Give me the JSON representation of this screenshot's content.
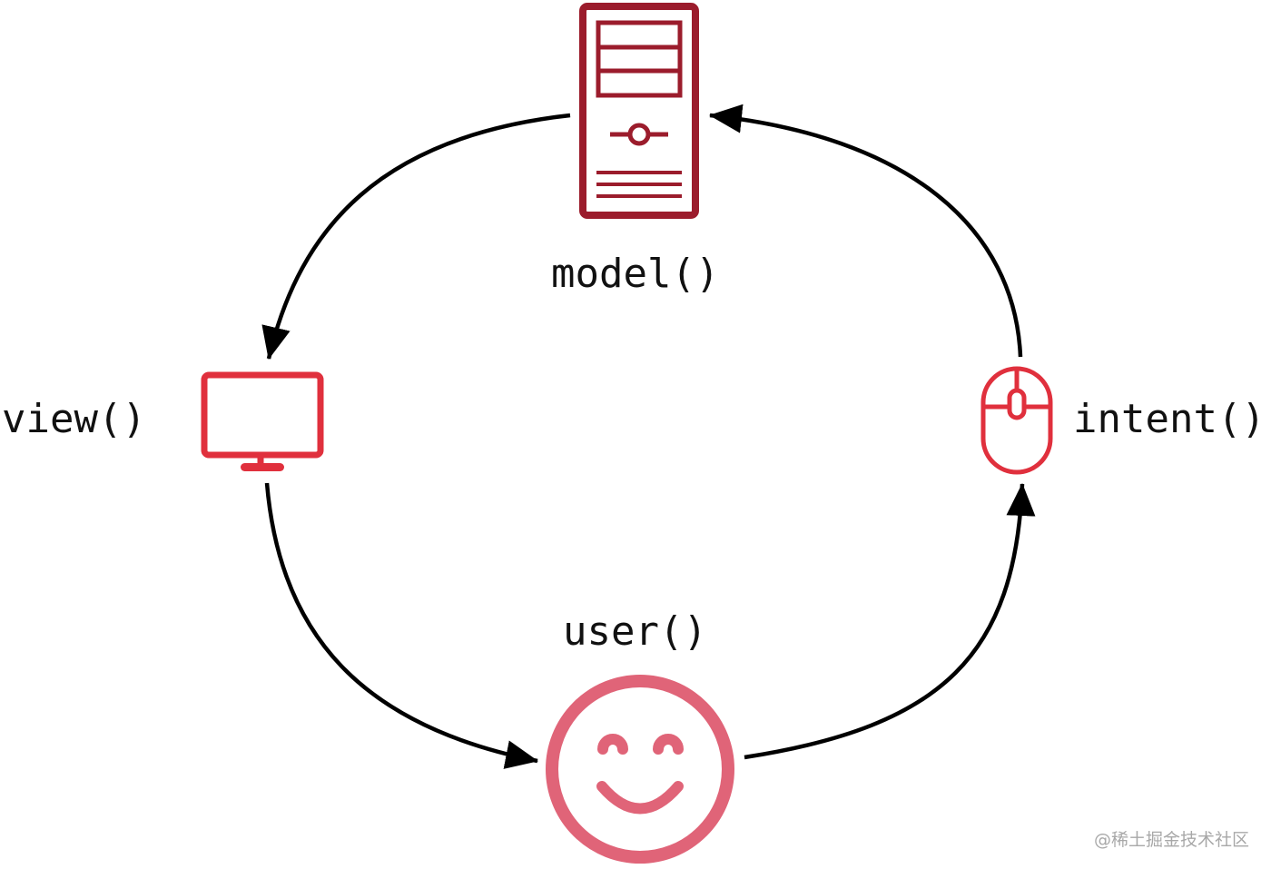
{
  "nodes": {
    "model": {
      "label": "model()",
      "icon": "server-icon",
      "color": "#9b1c2c"
    },
    "view": {
      "label": "view()",
      "icon": "monitor-icon",
      "color": "#e0303d"
    },
    "intent": {
      "label": "intent()",
      "icon": "mouse-icon",
      "color": "#e0303d"
    },
    "user": {
      "label": "user()",
      "icon": "smiley-face-icon",
      "color": "#e06478"
    }
  },
  "edges": [
    {
      "from": "model",
      "to": "view"
    },
    {
      "from": "view",
      "to": "user"
    },
    {
      "from": "user",
      "to": "intent"
    },
    {
      "from": "intent",
      "to": "model"
    }
  ],
  "watermark": "@稀土掘金技术社区"
}
